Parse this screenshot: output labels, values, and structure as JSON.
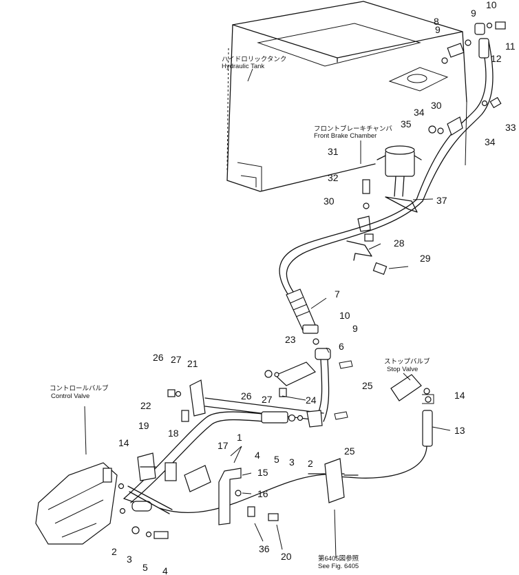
{
  "labels": {
    "hydraulic_tank_jp": "ハイドロリックタンク",
    "hydraulic_tank_en": "Hydraulic Tank",
    "front_brake_jp": "フロントブレーキチャンバ",
    "front_brake_en": "Front Brake Chamber",
    "stop_valve_jp": "ストップバルブ",
    "stop_valve_en": "Stop Valve",
    "control_valve_jp": "コントロールバルブ",
    "control_valve_en": "Control Valve",
    "see_fig_jp": "第6405図参照",
    "see_fig_en": "See Fig. 6405"
  },
  "callouts": {
    "n1": "1",
    "n2a": "2",
    "n2b": "2",
    "n3a": "3",
    "n3b": "3",
    "n4a": "4",
    "n4b": "4",
    "n5a": "5",
    "n5b": "5",
    "n6": "6",
    "n7": "7",
    "n8": "8",
    "n9a": "9",
    "n9b": "9",
    "n9c": "9",
    "n10a": "10",
    "n10b": "10",
    "n11": "11",
    "n12": "12",
    "n13": "13",
    "n14a": "14",
    "n14b": "14",
    "n15": "15",
    "n16": "16",
    "n17": "17",
    "n18": "18",
    "n19": "19",
    "n20": "20",
    "n21": "21",
    "n22": "22",
    "n23": "23",
    "n24": "24",
    "n25a": "25",
    "n25b": "25",
    "n26a": "26",
    "n26b": "26",
    "n27a": "27",
    "n27b": "27",
    "n28": "28",
    "n29": "29",
    "n30a": "30",
    "n30b": "30",
    "n31": "31",
    "n32": "32",
    "n33": "33",
    "n34a": "34",
    "n34b": "34",
    "n35": "35",
    "n36": "36",
    "n37": "37"
  }
}
